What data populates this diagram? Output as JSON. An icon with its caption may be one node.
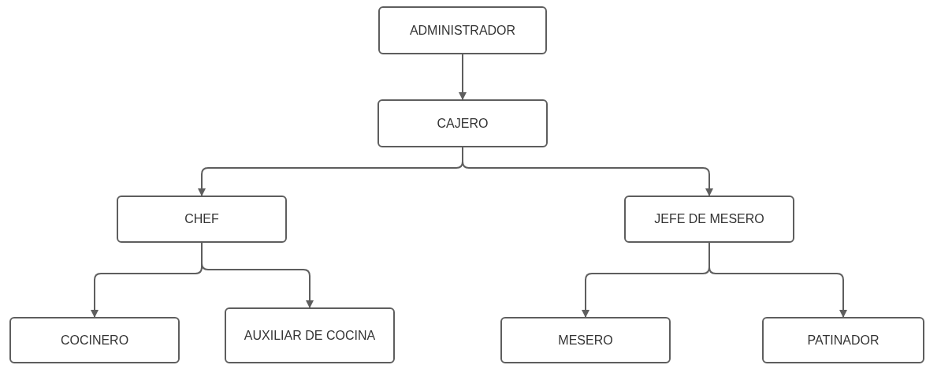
{
  "diagram": {
    "nodes": [
      {
        "text": [
          "ADMINISTRADOR"
        ]
      },
      {
        "text": [
          "CAJERO"
        ]
      },
      {
        "text": [
          "CHEF"
        ]
      },
      {
        "text": [
          "JEFE DE MESERO"
        ]
      },
      {
        "text": [
          "COCINERO"
        ]
      },
      {
        "text": [
          "AUXILIAR DE COCINA"
        ]
      },
      {
        "text": [
          "MESERO"
        ]
      },
      {
        "text": [
          "PATINADOR"
        ]
      }
    ],
    "edges": [
      {
        "from": 0,
        "to": 1,
        "arrow": "to"
      },
      {
        "from": 1,
        "to": 2,
        "arrow": "to"
      },
      {
        "from": 1,
        "to": 3,
        "arrow": "to"
      },
      {
        "from": 2,
        "to": 4,
        "arrow": "to"
      },
      {
        "from": 2,
        "to": 5,
        "arrow": "to"
      },
      {
        "from": 3,
        "to": 6,
        "arrow": "to"
      },
      {
        "from": 3,
        "to": 7,
        "arrow": "to"
      }
    ]
  }
}
